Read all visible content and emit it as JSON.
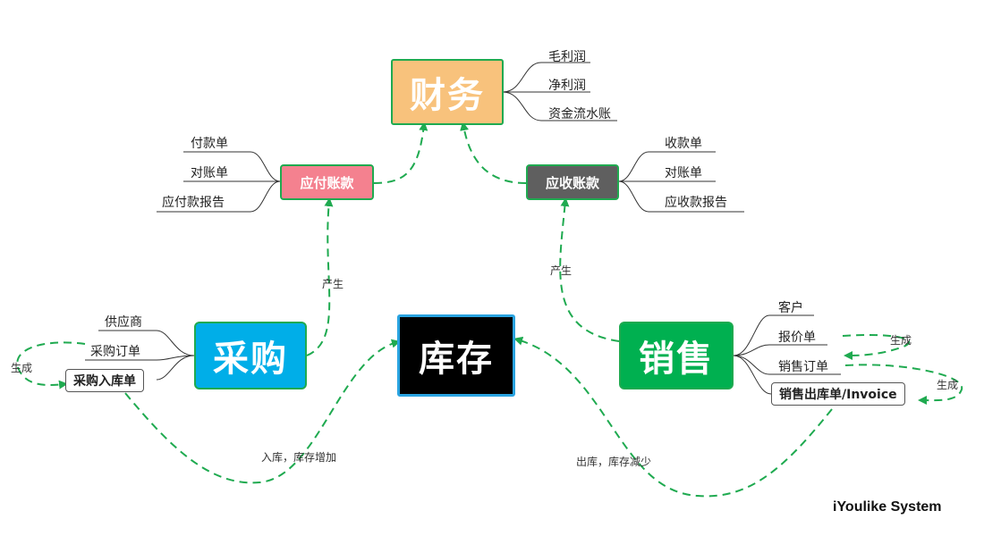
{
  "nodes": {
    "finance": "财务",
    "inventory": "库存",
    "purchase": "采购",
    "sales": "销售",
    "payable": "应付账款",
    "receivable": "应收账款"
  },
  "finance_items": [
    "毛利润",
    "净利润",
    "资金流水账"
  ],
  "payable_items": [
    "付款单",
    "对账单",
    "应付款报告"
  ],
  "receivable_items": [
    "收款单",
    "对账单",
    "应收款报告"
  ],
  "purchase_items": [
    "供应商",
    "采购订单",
    "采购入库单"
  ],
  "sales_items": [
    "客户",
    "报价单",
    "销售订单",
    "销售出库单/Invoice"
  ],
  "edge_labels": {
    "purchase_to_payable": "产生",
    "sales_to_receivable": "产生",
    "purchase_generate": "生成",
    "sales_generate_1": "生成",
    "sales_generate_2": "生成",
    "stock_in": "入库，库存增加",
    "stock_out": "出库，库存减少"
  },
  "brand": "iYoulike System",
  "colors": {
    "finance": "#f8c27c",
    "inventory": "#000000",
    "purchase": "#00aee8",
    "sales": "#00b050",
    "payable": "#f4818f",
    "receivable": "#5f5f5f",
    "dashed_edge": "#1faa50"
  }
}
